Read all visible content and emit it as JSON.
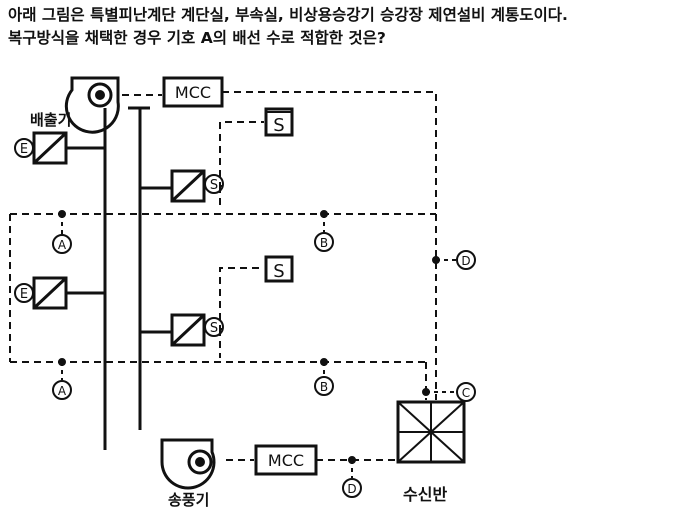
{
  "question": {
    "line1": "아래 그림은 특별피난계단 계단실, 부속실, 비상용승강기 승강장 제연설비 계통도이다.",
    "line2": "복구방식을 채택한 경우 기호 A의 배선 수로 적합한 것은?"
  },
  "diagram": {
    "exhaust_fan_label": "배출기",
    "supply_fan_label": "송풍기",
    "panel_label": "수신반",
    "mcc_top": "MCC",
    "mcc_bottom": "MCC",
    "damper_s": "S",
    "damper_e": "E",
    "markers": {
      "A": "A",
      "B": "B",
      "C": "C",
      "D": "D"
    }
  }
}
